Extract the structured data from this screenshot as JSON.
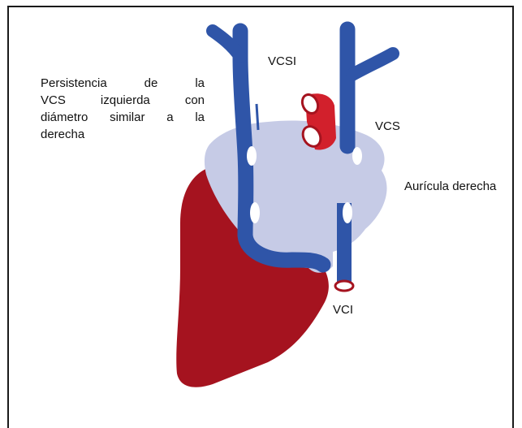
{
  "annotation": {
    "lines": [
      "Persistencia de la",
      "VCS izquierda con",
      "diámetro similar a la",
      "derecha"
    ]
  },
  "labels": {
    "vcsi": "VCSI",
    "vcs": "VCS",
    "auricula": "Aurícula derecha",
    "vci": "VCI"
  },
  "colors": {
    "ventricle": "#a5131f",
    "atrium": "#c6cbe6",
    "vessel": "#2f55a8",
    "aorta": "#d2202c",
    "frame": "#1a1a1a"
  }
}
